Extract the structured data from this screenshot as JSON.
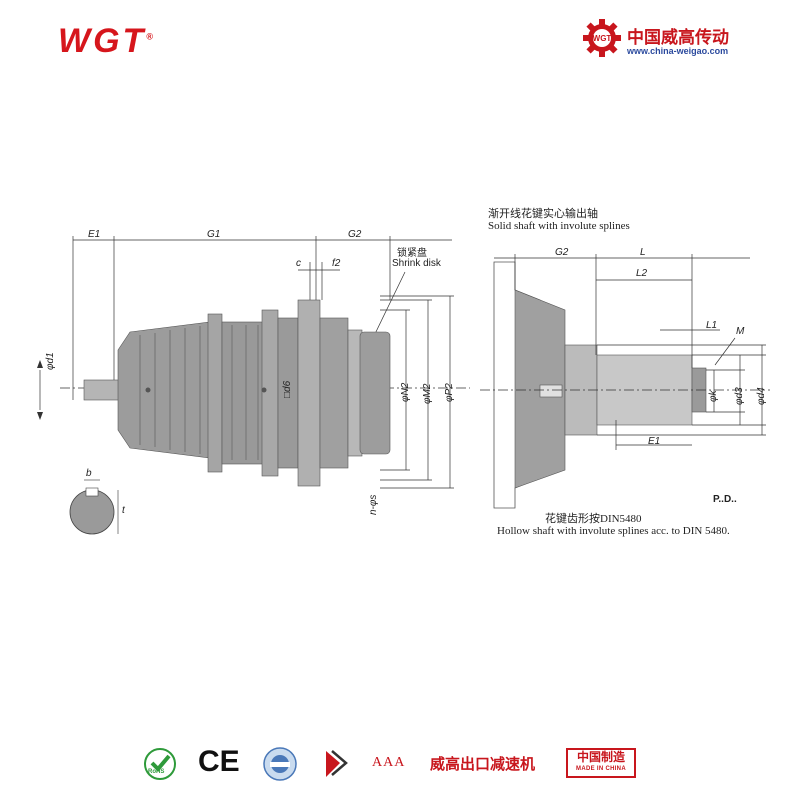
{
  "header": {
    "logo_text": "WGT",
    "logo_mark": "®",
    "brand_cn": "中国威高传动",
    "brand_url": "www.china-weigao.com"
  },
  "drawing": {
    "dims_left": {
      "E1": "E1",
      "G1": "G1",
      "G2": "G2",
      "c": "c",
      "f2": "f2",
      "d1": "φd1",
      "d6": "□d6",
      "N2": "φN2",
      "M2": "φM2",
      "P2": "φP2",
      "s": "n-φs"
    },
    "shrink_disk_cn": "锁紧盘",
    "shrink_disk_en": "Shrink disk",
    "key_b": "b",
    "key_t": "t",
    "solid_shaft_cn": "渐开线花键实心输出轴",
    "solid_shaft_en": "Solid shaft with involute splines",
    "dims_right": {
      "G2": "G2",
      "L": "L",
      "L2": "L2",
      "L1": "L1",
      "M": "M",
      "k": "φk",
      "d3": "φd3",
      "d4": "φd4",
      "E1": "E1"
    },
    "pd": "P..D..",
    "hollow_cn": "花键齿形按DIN5480",
    "hollow_en": "Hollow shaft with involute splines acc. to DIN 5480."
  },
  "footer": {
    "badges": [
      "rohs-badge",
      "ce-mark",
      "iso-badge",
      "quality-badge",
      "aaa-badge",
      "brand-badge",
      "made-in-china-badge"
    ],
    "ce": "CE",
    "aaa": "AAA",
    "slogan_cn": "威高出口减速机",
    "mic_cn": "中国制造",
    "mic_en": "MADE IN CHINA",
    "rohs": "RoHS"
  },
  "colors": {
    "brand_red": "#d6161c",
    "drawing_gray": "#8a8a8a",
    "line": "#333333"
  }
}
